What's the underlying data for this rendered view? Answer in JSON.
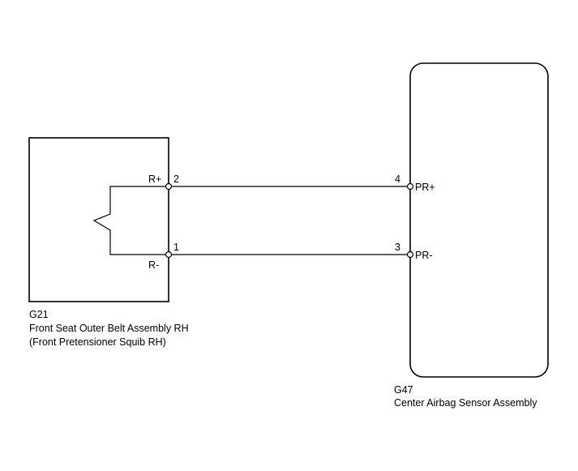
{
  "left_component": {
    "code": "G21",
    "name": "Front Seat Outer Belt Assembly RH",
    "subname": "(Front Pretensioner Squib RH)",
    "pins": [
      {
        "signal": "R+",
        "number": "2"
      },
      {
        "signal": "R-",
        "number": "1"
      }
    ]
  },
  "right_component": {
    "code": "G47",
    "name": "Center Airbag Sensor Assembly",
    "pins": [
      {
        "signal": "PR+",
        "number": "4"
      },
      {
        "signal": "PR-",
        "number": "3"
      }
    ]
  }
}
